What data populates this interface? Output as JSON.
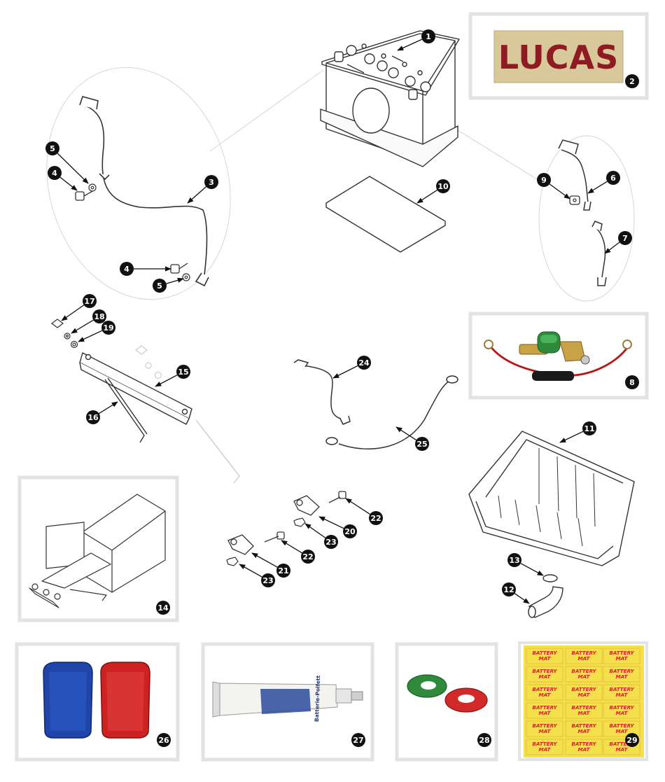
{
  "brand_label": "LUCAS",
  "grease_tube_label": "Batterie-Polfett",
  "mat_label_line1": "BATTERY",
  "mat_label_line2": "MAT",
  "colors": {
    "outline": "#333333",
    "callout_fill": "#111111",
    "panel_border": "#e3e3e3",
    "lucas_red": "#8e1b22",
    "lucas_gold": "#d8c89a",
    "cap_blue": "#1f45a8",
    "cap_red": "#cc2222",
    "washer_green": "#2f8a3c",
    "washer_red": "#d22a2a",
    "mat_yellow": "#f4e04a"
  },
  "callouts": [
    {
      "num": "1",
      "part": "battery"
    },
    {
      "num": "2",
      "part": "lucas-decal"
    },
    {
      "num": "3",
      "part": "battery-cable"
    },
    {
      "num": "4",
      "part": "bolt"
    },
    {
      "num": "4",
      "part": "bolt"
    },
    {
      "num": "5",
      "part": "washer"
    },
    {
      "num": "5",
      "part": "washer"
    },
    {
      "num": "6",
      "part": "battery-strap"
    },
    {
      "num": "7",
      "part": "earth-strap"
    },
    {
      "num": "8",
      "part": "cut-off-switch"
    },
    {
      "num": "9",
      "part": "connector"
    },
    {
      "num": "10",
      "part": "battery-mat"
    },
    {
      "num": "11",
      "part": "battery-tray"
    },
    {
      "num": "12",
      "part": "drain-tube"
    },
    {
      "num": "13",
      "part": "clip"
    },
    {
      "num": "14",
      "part": "tray-cover-kit"
    },
    {
      "num": "15",
      "part": "clamp-bar"
    },
    {
      "num": "16",
      "part": "rod"
    },
    {
      "num": "17",
      "part": "wing-nut"
    },
    {
      "num": "18",
      "part": "washer"
    },
    {
      "num": "19",
      "part": "washer"
    },
    {
      "num": "20",
      "part": "terminal-clamp"
    },
    {
      "num": "21",
      "part": "terminal-clamp"
    },
    {
      "num": "22",
      "part": "bolt"
    },
    {
      "num": "22",
      "part": "bolt"
    },
    {
      "num": "23",
      "part": "nut"
    },
    {
      "num": "23",
      "part": "nut"
    },
    {
      "num": "24",
      "part": "earth-lead"
    },
    {
      "num": "25",
      "part": "battery-lead"
    },
    {
      "num": "26",
      "part": "terminal-covers"
    },
    {
      "num": "27",
      "part": "terminal-grease"
    },
    {
      "num": "28",
      "part": "terminal-washers"
    },
    {
      "num": "29",
      "part": "battery-mat-labels"
    }
  ]
}
